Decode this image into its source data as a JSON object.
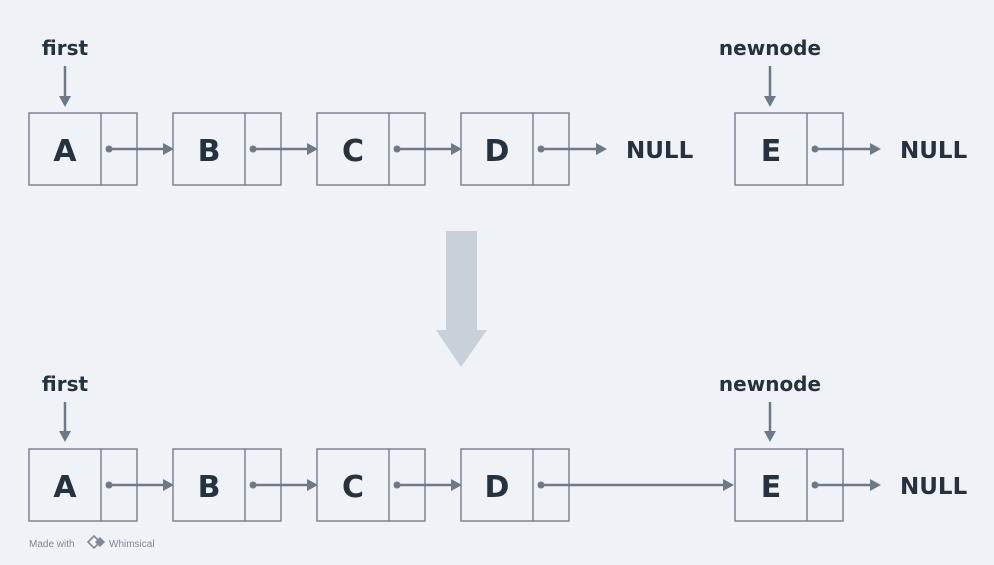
{
  "colors": {
    "background": "#eff2f6",
    "node_border": "#7a8593",
    "arrow": "#6e7987",
    "transition_arrow": "#c8d1da",
    "text": "#27323f"
  },
  "before": {
    "pointer_first": "first",
    "pointer_newnode": "newnode",
    "nodes": [
      "A",
      "B",
      "C",
      "D"
    ],
    "list_end": "NULL",
    "new_node": "E",
    "new_node_end": "NULL"
  },
  "after": {
    "pointer_first": "first",
    "pointer_newnode": "newnode",
    "nodes": [
      "A",
      "B",
      "C",
      "D",
      "E"
    ],
    "list_end": "NULL"
  },
  "footer": {
    "made_with": "Made with",
    "brand": "Whimsical",
    "logo_icon": "whimsical-logo-icon"
  }
}
